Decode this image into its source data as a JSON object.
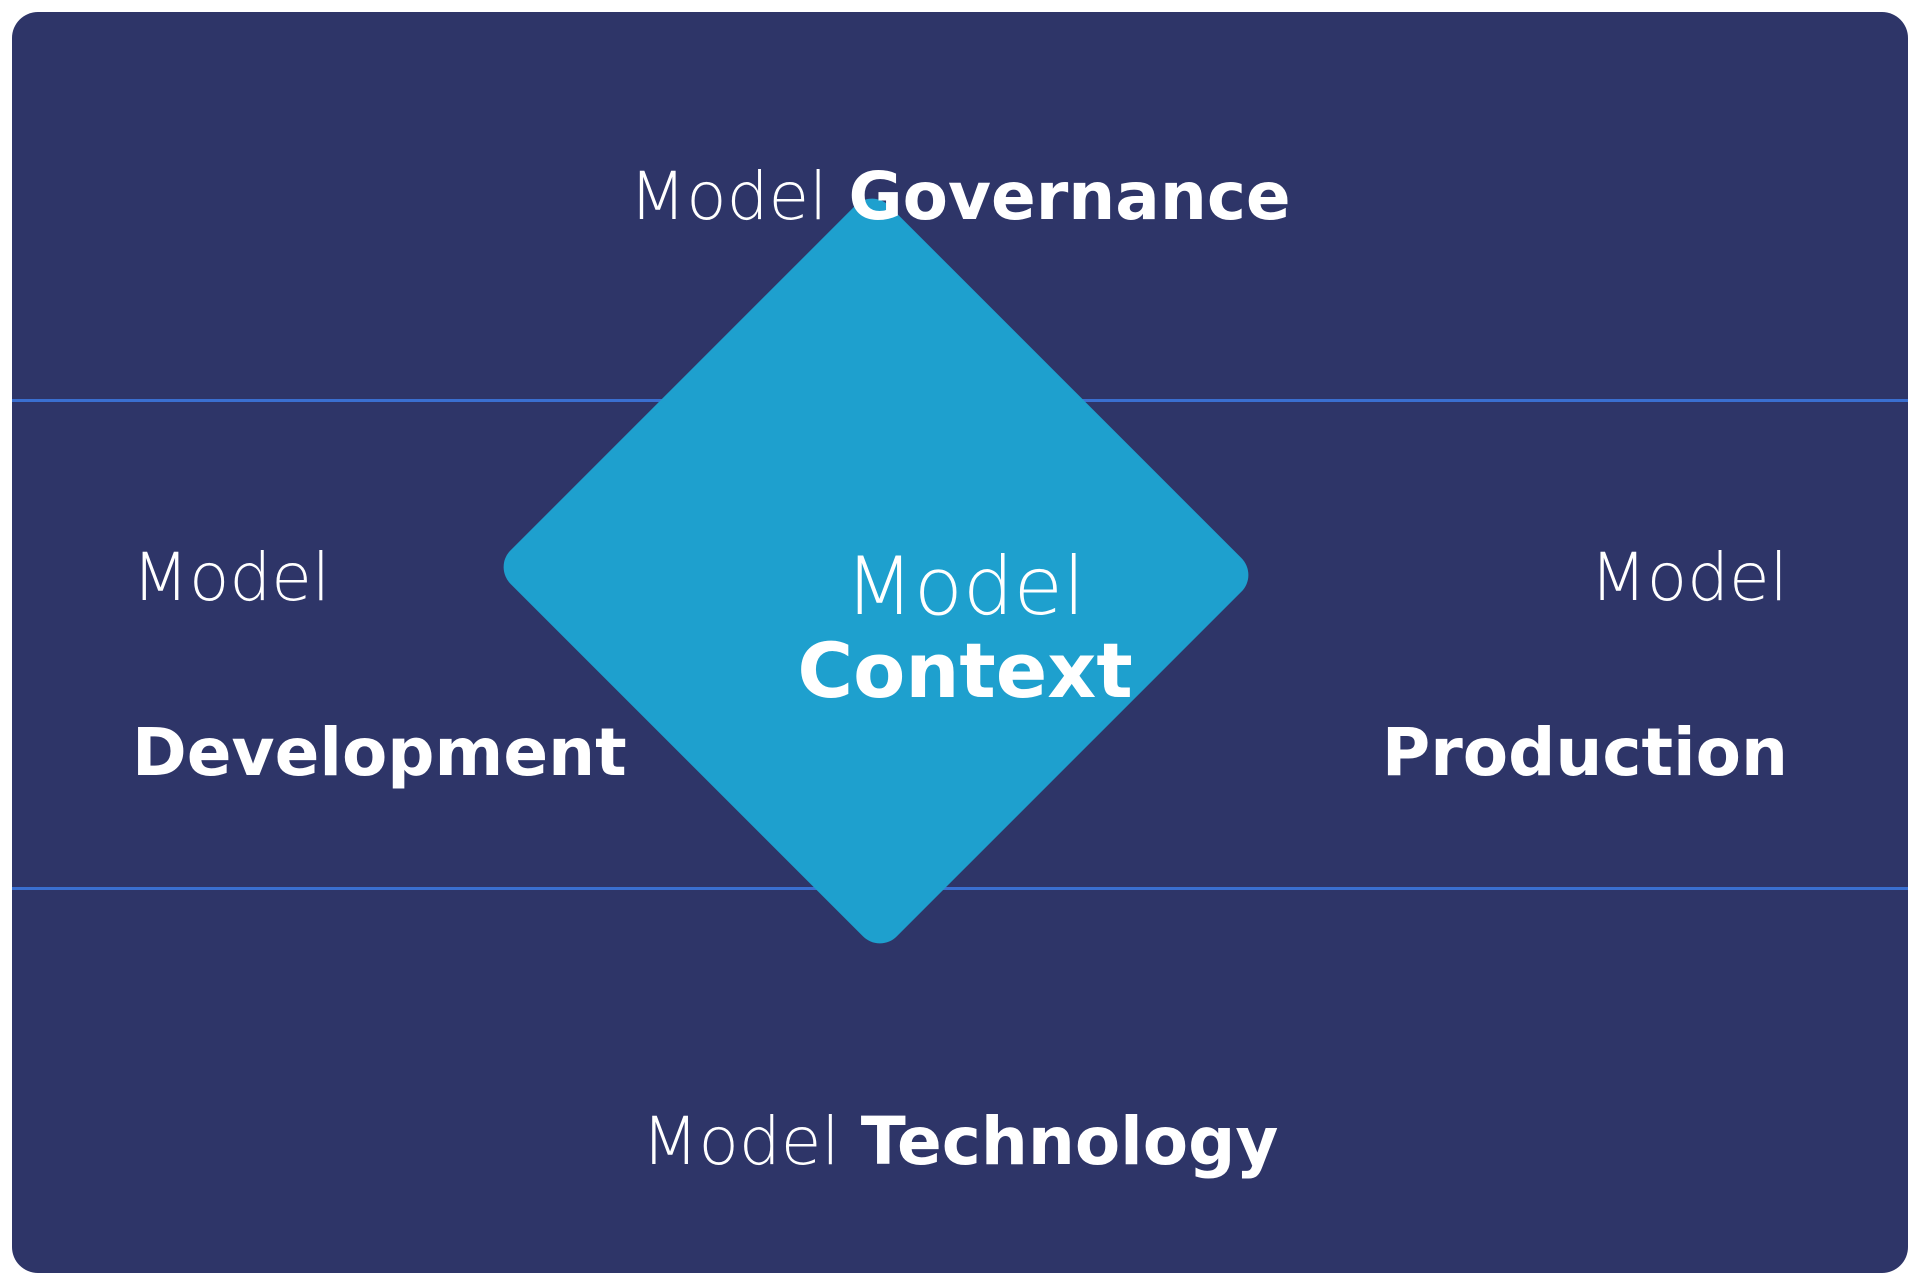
{
  "colors": {
    "background": "#2E3568",
    "divider": "#3A6FD0",
    "diamond": "#1EA0CE",
    "text": "#FFFFFF"
  },
  "diagram": {
    "top": {
      "prefix": "Model",
      "name": "Governance"
    },
    "left": {
      "prefix": "Model",
      "name": "Development"
    },
    "center": {
      "prefix": "Model",
      "name": "Context"
    },
    "right": {
      "prefix": "Model",
      "name": "Production"
    },
    "bottom": {
      "prefix": "Model",
      "name": "Technology"
    }
  }
}
